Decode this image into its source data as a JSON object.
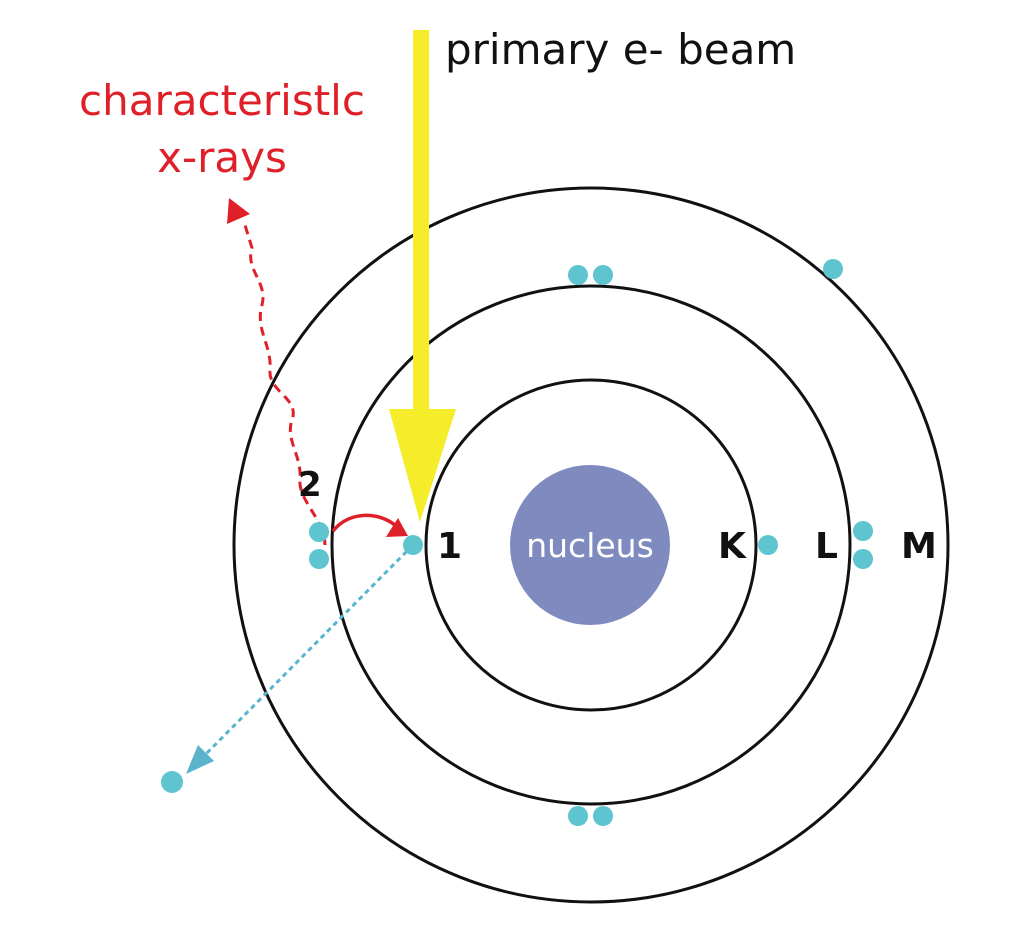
{
  "labels": {
    "beam": "primary e- beam",
    "xray_line1": "characteristlc",
    "xray_line2": "x-rays",
    "nucleus": "nucleus",
    "step1": "1",
    "step2": "2",
    "shell_k": "K",
    "shell_l": "L",
    "shell_m": "M"
  },
  "colors": {
    "beam": "#f5ec2a",
    "xray": "#e02028",
    "electron": "#5ec4cf",
    "ejected_path": "#5ab4cc",
    "nucleus": "#7f8bbf",
    "shell": "#111111"
  }
}
